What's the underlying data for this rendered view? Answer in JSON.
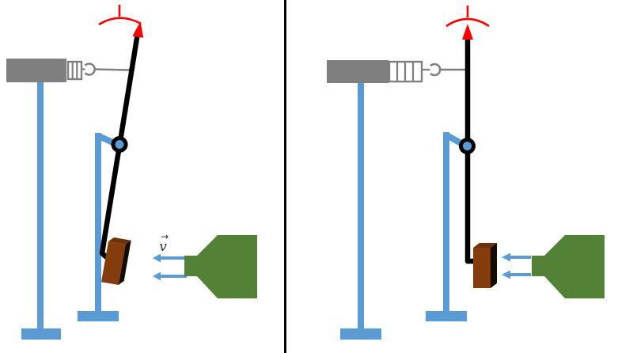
{
  "figure": {
    "description_left_panel": "pendulum-rod-deflected",
    "description_right_panel": "pendulum-rod-vertical"
  },
  "labels": {
    "velocity": "v"
  },
  "icons": {
    "vector_arrow": "→",
    "airflow_arrow": "left-arrow",
    "hook": "open-hook",
    "dial": "red-arc-with-zero-tick",
    "pointer": "red-arrowhead"
  },
  "colors": {
    "stand_blue": "#5B9BD5",
    "metal_gray": "#7f7f7f",
    "nozzle_green": "#538135",
    "block_brown": "#843C0C",
    "block_brown_dark": "#6e3208",
    "block_side_dark": "#150c04",
    "rod_black": "#000000",
    "indicator_red": "#ff0000",
    "label_dark": "#2e2e3e",
    "background": "#ffffff",
    "divider": "#000000"
  }
}
